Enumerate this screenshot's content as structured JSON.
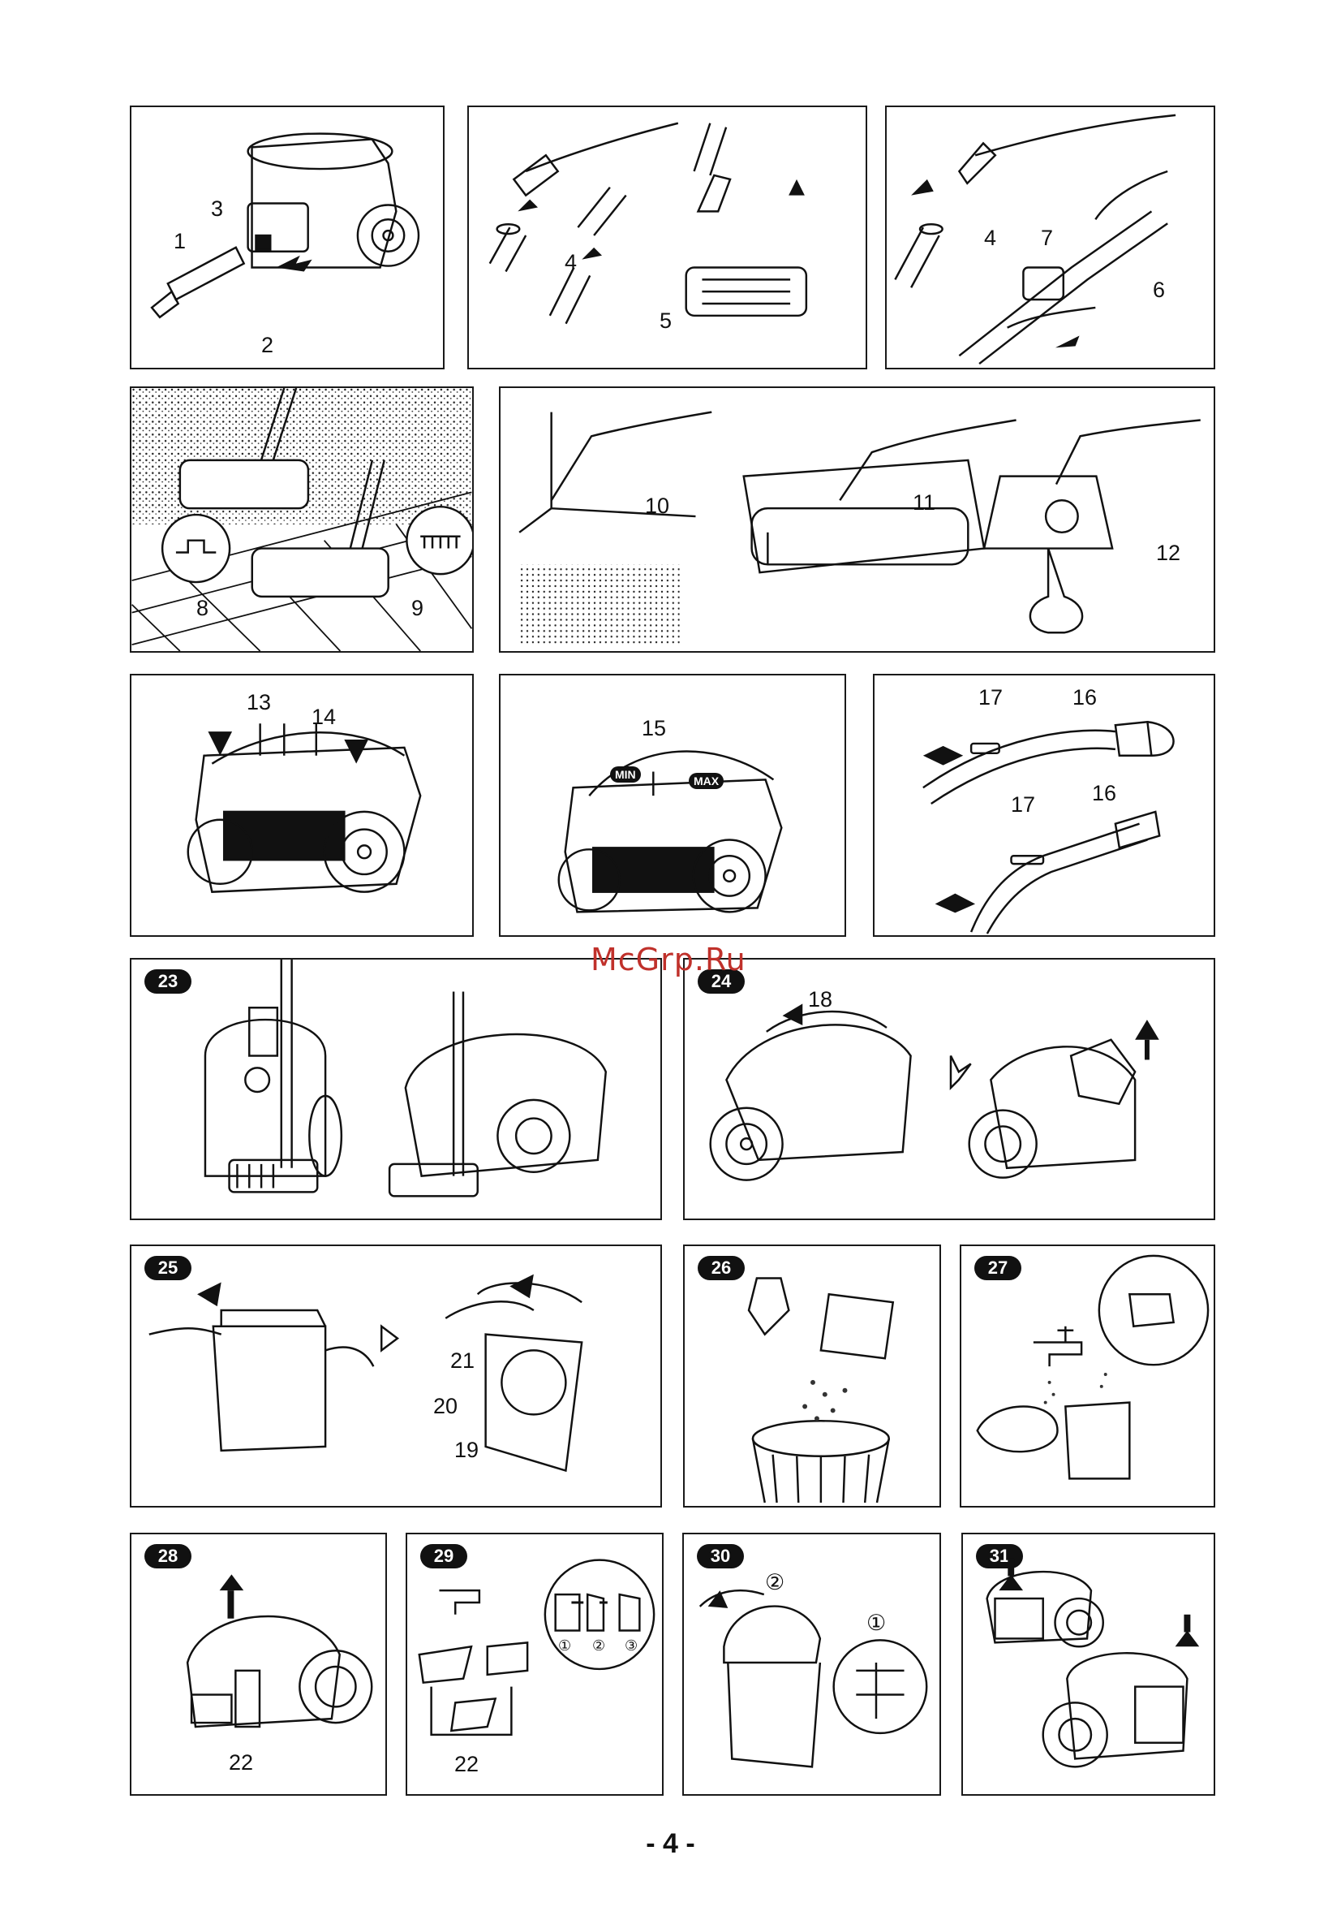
{
  "watermark": "McGrp.Ru",
  "page_number": "- 4 -",
  "icons": [
    "vacuum-cleaner-icon",
    "hose-icon",
    "tube-icon",
    "floor-brush-icon",
    "arrow-icon",
    "rotate-icon",
    "hand-icon",
    "dust-container-icon",
    "filter-icon",
    "faucet-icon",
    "trash-bin-icon",
    "lamp-icon",
    "sofa-icon"
  ],
  "panels": {
    "p1": {
      "callouts": [
        "1",
        "3",
        "2"
      ]
    },
    "p2": {
      "callouts": [
        "4",
        "5"
      ]
    },
    "p3": {
      "callouts": [
        "4",
        "7",
        "6"
      ]
    },
    "p4": {
      "callouts": [
        "8",
        "9"
      ]
    },
    "p5": {
      "callouts": [
        "10",
        "11",
        "12"
      ]
    },
    "p6": {
      "callouts": [
        "13",
        "14"
      ]
    },
    "p7": {
      "callouts": [
        "15"
      ],
      "min_label": "MIN",
      "max_label": "MAX"
    },
    "p8": {
      "callouts": [
        "17",
        "16",
        "17",
        "16"
      ]
    },
    "p23": {
      "badge": "23"
    },
    "p24": {
      "badge": "24",
      "callouts": [
        "18"
      ]
    },
    "p25": {
      "badge": "25",
      "callouts": [
        "21",
        "20",
        "19"
      ]
    },
    "p26": {
      "badge": "26"
    },
    "p27": {
      "badge": "27"
    },
    "p28": {
      "badge": "28",
      "callouts": [
        "22"
      ]
    },
    "p29": {
      "badge": "29",
      "callouts": [
        "22"
      ],
      "step_marks": [
        "①",
        "②",
        "③"
      ]
    },
    "p30": {
      "badge": "30",
      "step_marks": [
        "②",
        "①"
      ]
    },
    "p31": {
      "badge": "31"
    }
  }
}
